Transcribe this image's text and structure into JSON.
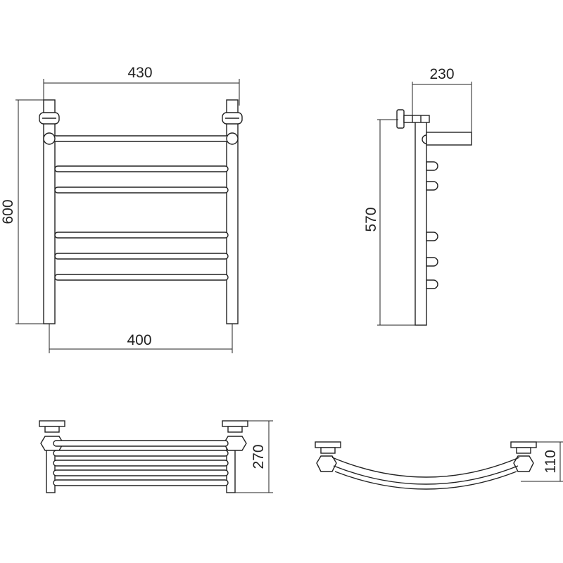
{
  "drawing": {
    "front_view": {
      "width_total": "430",
      "height_total": "600",
      "width_axis": "400"
    },
    "side_view": {
      "depth": "230",
      "height_axis": "570"
    },
    "top_view": {
      "depth_total": "270"
    },
    "curve_view": {
      "offset": "110"
    }
  }
}
